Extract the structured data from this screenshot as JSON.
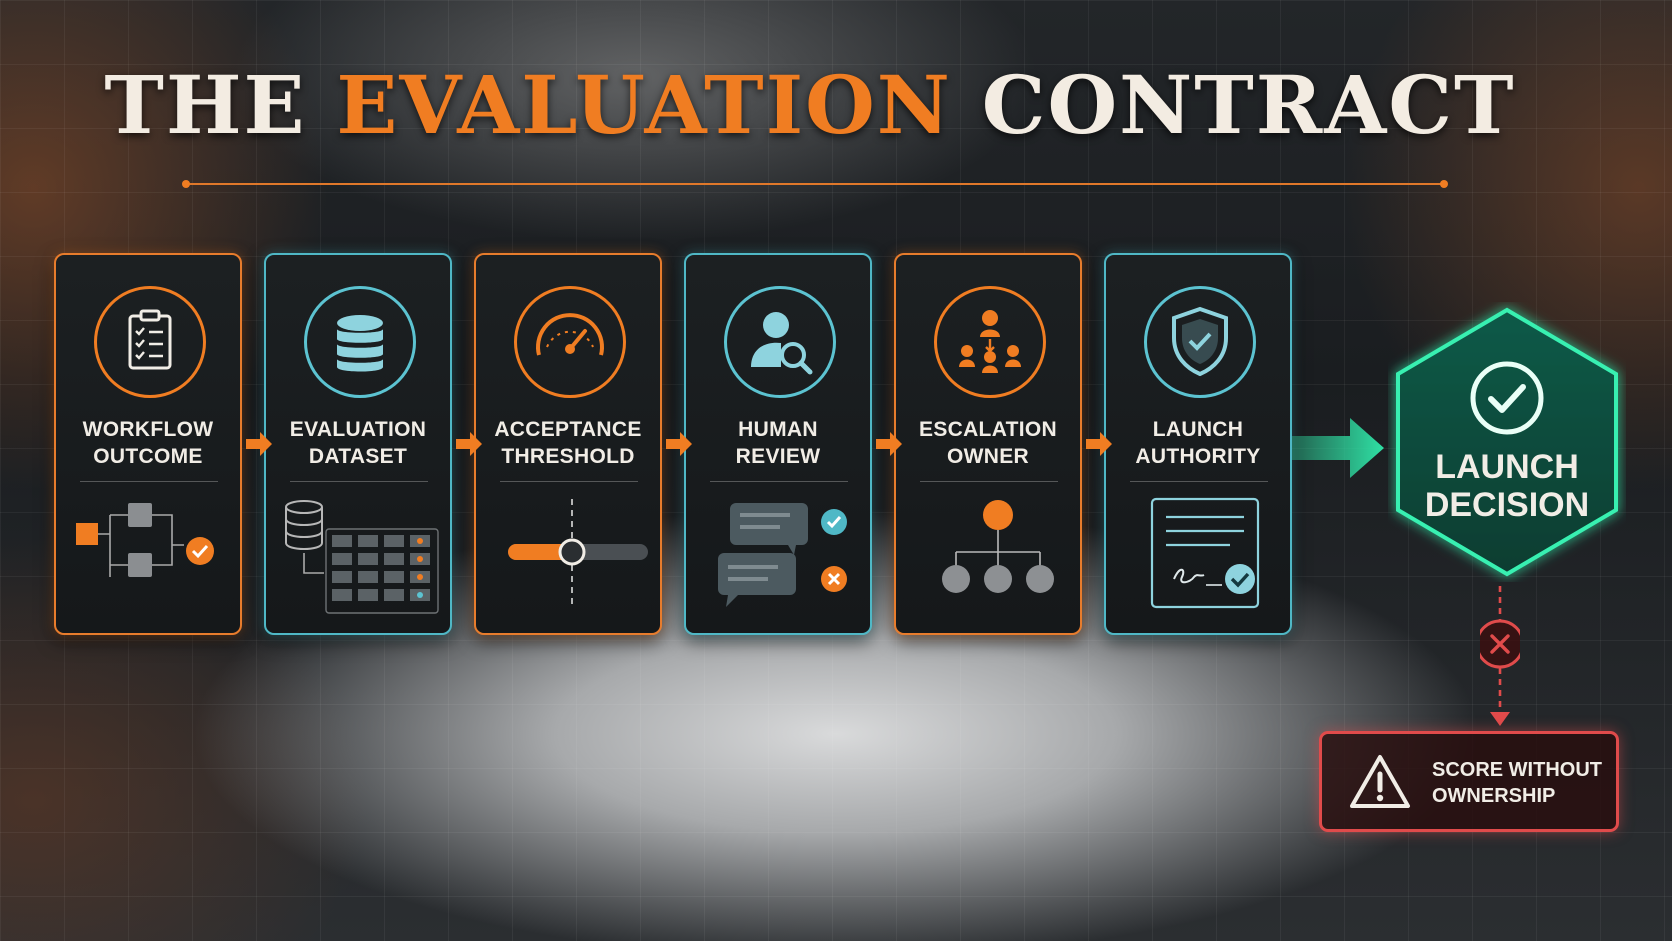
{
  "title": {
    "part1": "THE",
    "accent": "EVALUATION",
    "part2": "CONTRACT"
  },
  "steps": [
    {
      "line1": "WORKFLOW",
      "line2": "OUTCOME",
      "accent": "orange",
      "icon": "clipboard-checklist-icon",
      "illustration": "workflow-flow-with-check"
    },
    {
      "line1": "EVALUATION",
      "line2": "DATASET",
      "accent": "teal",
      "icon": "database-icon",
      "illustration": "database-to-table-grid"
    },
    {
      "line1": "ACCEPTANCE",
      "line2": "THRESHOLD",
      "accent": "orange",
      "icon": "speedometer-gauge-icon",
      "illustration": "slider-with-threshold-marker"
    },
    {
      "line1": "HUMAN",
      "line2": "REVIEW",
      "accent": "teal",
      "icon": "person-magnifier-icon",
      "illustration": "comments-approve-reject"
    },
    {
      "line1": "ESCALATION",
      "line2": "OWNER",
      "accent": "orange",
      "icon": "org-hierarchy-icon",
      "illustration": "org-chart-tree"
    },
    {
      "line1": "LAUNCH",
      "line2": "AUTHORITY",
      "accent": "teal",
      "icon": "shield-check-icon",
      "illustration": "signed-document-check"
    }
  ],
  "decision": {
    "line1": "LAUNCH",
    "line2": "DECISION",
    "icon": "check-circle-icon"
  },
  "failure": {
    "icon": "warning-triangle-icon",
    "reject_icon": "x-circle-icon",
    "line1": "SCORE WITHOUT",
    "line2": "OWNERSHIP"
  },
  "colors": {
    "orange": "#f07d22",
    "teal": "#5cc3d1",
    "green": "#2fe0a4",
    "red": "#e04b4b",
    "text": "#f1ede6"
  }
}
